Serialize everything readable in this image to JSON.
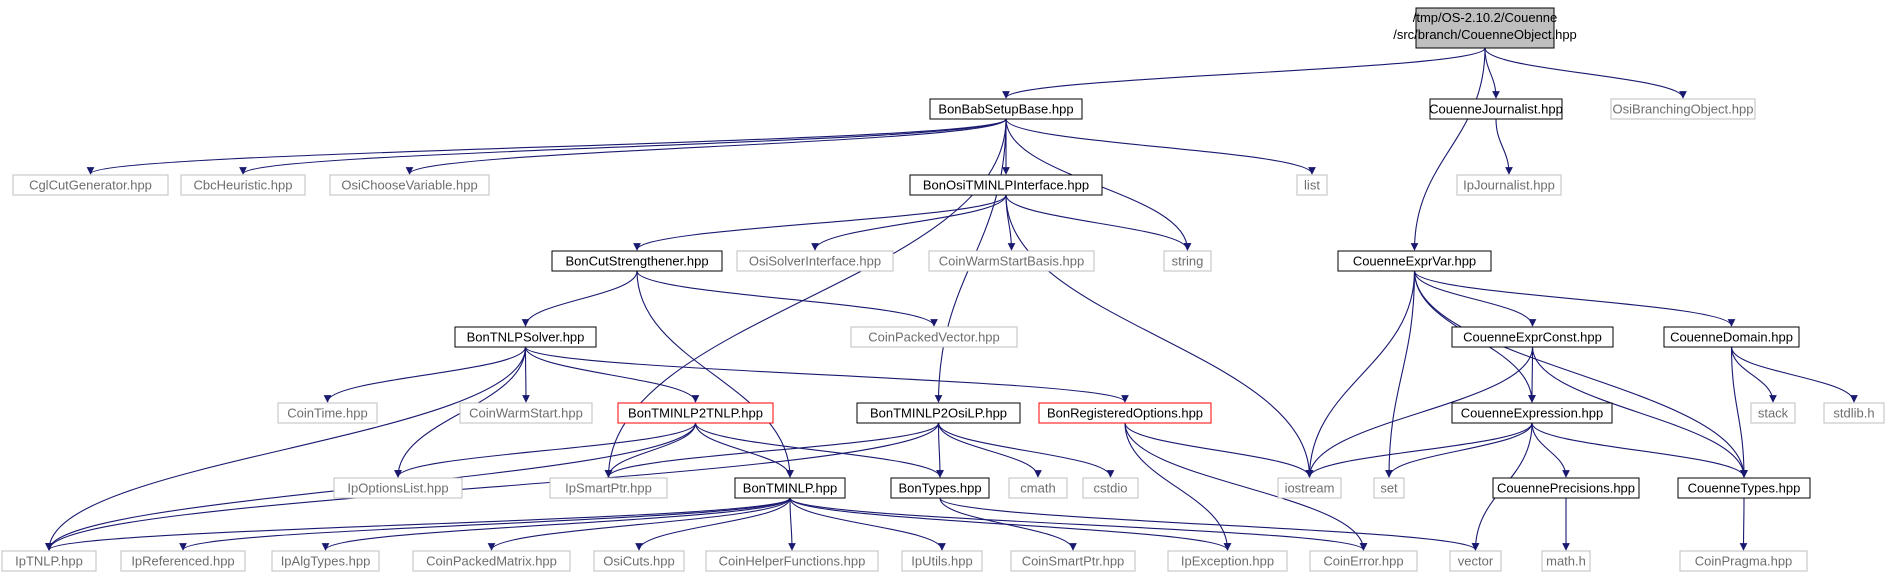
{
  "colors": {
    "edge": "#191970",
    "root_fill": "#bfbfbf",
    "border_black": "#000000",
    "border_gray": "#bfbfbf",
    "border_red": "#ff0000",
    "text_black": "#000000",
    "text_gray": "#6e6e6e"
  },
  "nodes": [
    {
      "id": "root",
      "label": "/tmp/OS-2.10.2/Couenne\n/src/branch/CouenneObject.hpp",
      "style": "root"
    },
    {
      "id": "babsetup",
      "label": "BonBabSetupBase.hpp",
      "style": "black"
    },
    {
      "id": "journalist",
      "label": "CouenneJournalist.hpp",
      "style": "black"
    },
    {
      "id": "osibranch",
      "label": "OsiBranchingObject.hpp",
      "style": "gray"
    },
    {
      "id": "cglcut",
      "label": "CglCutGenerator.hpp",
      "style": "gray"
    },
    {
      "id": "cbcheur",
      "label": "CbcHeuristic.hpp",
      "style": "gray"
    },
    {
      "id": "osichoose",
      "label": "OsiChooseVariable.hpp",
      "style": "gray"
    },
    {
      "id": "ositminlp",
      "label": "BonOsiTMINLPInterface.hpp",
      "style": "black"
    },
    {
      "id": "list",
      "label": "list",
      "style": "gray"
    },
    {
      "id": "ipjournal",
      "label": "IpJournalist.hpp",
      "style": "gray"
    },
    {
      "id": "cutstrength",
      "label": "BonCutStrengthener.hpp",
      "style": "black"
    },
    {
      "id": "osisolver",
      "label": "OsiSolverInterface.hpp",
      "style": "gray"
    },
    {
      "id": "coinwarmbasis",
      "label": "CoinWarmStartBasis.hpp",
      "style": "gray"
    },
    {
      "id": "string",
      "label": "string",
      "style": "gray"
    },
    {
      "id": "exprvar",
      "label": "CouenneExprVar.hpp",
      "style": "black"
    },
    {
      "id": "tnlpsolver",
      "label": "BonTNLPSolver.hpp",
      "style": "black"
    },
    {
      "id": "coinpackedvec",
      "label": "CoinPackedVector.hpp",
      "style": "gray"
    },
    {
      "id": "exprconst",
      "label": "CouenneExprConst.hpp",
      "style": "black"
    },
    {
      "id": "domain",
      "label": "CouenneDomain.hpp",
      "style": "black"
    },
    {
      "id": "cointime",
      "label": "CoinTime.hpp",
      "style": "gray"
    },
    {
      "id": "coinwarm",
      "label": "CoinWarmStart.hpp",
      "style": "gray"
    },
    {
      "id": "tminlp2tnlp",
      "label": "BonTMINLP2TNLP.hpp",
      "style": "red"
    },
    {
      "id": "tminlp2osilp",
      "label": "BonTMINLP2OsiLP.hpp",
      "style": "black"
    },
    {
      "id": "regoptions",
      "label": "BonRegisteredOptions.hpp",
      "style": "red"
    },
    {
      "id": "expression",
      "label": "CouenneExpression.hpp",
      "style": "black"
    },
    {
      "id": "stack",
      "label": "stack",
      "style": "gray"
    },
    {
      "id": "stdlib",
      "label": "stdlib.h",
      "style": "gray"
    },
    {
      "id": "ipoptlist",
      "label": "IpOptionsList.hpp",
      "style": "gray"
    },
    {
      "id": "ipsmartptr",
      "label": "IpSmartPtr.hpp",
      "style": "gray"
    },
    {
      "id": "tminlp",
      "label": "BonTMINLP.hpp",
      "style": "black"
    },
    {
      "id": "bontypes",
      "label": "BonTypes.hpp",
      "style": "black"
    },
    {
      "id": "cmath",
      "label": "cmath",
      "style": "gray"
    },
    {
      "id": "cstdio",
      "label": "cstdio",
      "style": "gray"
    },
    {
      "id": "iostream",
      "label": "iostream",
      "style": "gray"
    },
    {
      "id": "set",
      "label": "set",
      "style": "gray"
    },
    {
      "id": "precisions",
      "label": "CouennePrecisions.hpp",
      "style": "black"
    },
    {
      "id": "couennetypes",
      "label": "CouenneTypes.hpp",
      "style": "black"
    },
    {
      "id": "iptnlp",
      "label": "IpTNLP.hpp",
      "style": "gray"
    },
    {
      "id": "ipreferenced",
      "label": "IpReferenced.hpp",
      "style": "gray"
    },
    {
      "id": "ipalgtypes",
      "label": "IpAlgTypes.hpp",
      "style": "gray"
    },
    {
      "id": "coinpackedmat",
      "label": "CoinPackedMatrix.hpp",
      "style": "gray"
    },
    {
      "id": "osicuts",
      "label": "OsiCuts.hpp",
      "style": "gray"
    },
    {
      "id": "coinhelper",
      "label": "CoinHelperFunctions.hpp",
      "style": "gray"
    },
    {
      "id": "iputils",
      "label": "IpUtils.hpp",
      "style": "gray"
    },
    {
      "id": "coinsmartptr",
      "label": "CoinSmartPtr.hpp",
      "style": "gray"
    },
    {
      "id": "ipexception",
      "label": "IpException.hpp",
      "style": "gray"
    },
    {
      "id": "coinerror",
      "label": "CoinError.hpp",
      "style": "gray"
    },
    {
      "id": "vector",
      "label": "vector",
      "style": "gray"
    },
    {
      "id": "mathh",
      "label": "math.h",
      "style": "gray"
    },
    {
      "id": "coinpragma",
      "label": "CoinPragma.hpp",
      "style": "gray"
    }
  ],
  "edges": [
    [
      "root",
      "babsetup"
    ],
    [
      "root",
      "exprvar"
    ],
    [
      "root",
      "journalist"
    ],
    [
      "root",
      "osibranch"
    ],
    [
      "babsetup",
      "cglcut"
    ],
    [
      "babsetup",
      "cbcheur"
    ],
    [
      "babsetup",
      "osichoose"
    ],
    [
      "babsetup",
      "ositminlp"
    ],
    [
      "babsetup",
      "string"
    ],
    [
      "babsetup",
      "list"
    ],
    [
      "babsetup",
      "ipsmartptr"
    ],
    [
      "babsetup",
      "tminlp2osilp"
    ],
    [
      "journalist",
      "ipjournal"
    ],
    [
      "ositminlp",
      "cutstrength"
    ],
    [
      "ositminlp",
      "osisolver"
    ],
    [
      "ositminlp",
      "coinwarmbasis"
    ],
    [
      "ositminlp",
      "string"
    ],
    [
      "ositminlp",
      "iostream"
    ],
    [
      "cutstrength",
      "tnlpsolver"
    ],
    [
      "cutstrength",
      "coinpackedvec"
    ],
    [
      "cutstrength",
      "tminlp"
    ],
    [
      "tnlpsolver",
      "cointime"
    ],
    [
      "tnlpsolver",
      "coinwarm"
    ],
    [
      "tnlpsolver",
      "tminlp2tnlp"
    ],
    [
      "tnlpsolver",
      "regoptions"
    ],
    [
      "tnlpsolver",
      "ipoptlist"
    ],
    [
      "tnlpsolver",
      "iptnlp"
    ],
    [
      "tminlp2tnlp",
      "ipoptlist"
    ],
    [
      "tminlp2tnlp",
      "ipsmartptr"
    ],
    [
      "tminlp2tnlp",
      "tminlp"
    ],
    [
      "tminlp2tnlp",
      "bontypes"
    ],
    [
      "tminlp2tnlp",
      "iptnlp"
    ],
    [
      "tminlp2osilp",
      "ipsmartptr"
    ],
    [
      "tminlp2osilp",
      "bontypes"
    ],
    [
      "tminlp2osilp",
      "cmath"
    ],
    [
      "tminlp2osilp",
      "cstdio"
    ],
    [
      "tminlp2osilp",
      "iptnlp"
    ],
    [
      "regoptions",
      "iostream"
    ],
    [
      "regoptions",
      "ipexception"
    ],
    [
      "regoptions",
      "coinerror"
    ],
    [
      "tminlp",
      "iptnlp"
    ],
    [
      "tminlp",
      "ipreferenced"
    ],
    [
      "tminlp",
      "ipalgtypes"
    ],
    [
      "tminlp",
      "coinpackedmat"
    ],
    [
      "tminlp",
      "osicuts"
    ],
    [
      "tminlp",
      "coinhelper"
    ],
    [
      "tminlp",
      "iputils"
    ],
    [
      "tminlp",
      "ipexception"
    ],
    [
      "tminlp",
      "coinerror"
    ],
    [
      "bontypes",
      "coinsmartptr"
    ],
    [
      "bontypes",
      "vector"
    ],
    [
      "exprvar",
      "exprconst"
    ],
    [
      "exprvar",
      "domain"
    ],
    [
      "exprvar",
      "expression"
    ],
    [
      "exprvar",
      "iostream"
    ],
    [
      "exprvar",
      "set"
    ],
    [
      "exprvar",
      "couennetypes"
    ],
    [
      "exprconst",
      "expression"
    ],
    [
      "exprconst",
      "iostream"
    ],
    [
      "exprconst",
      "couennetypes"
    ],
    [
      "domain",
      "stack"
    ],
    [
      "domain",
      "stdlib"
    ],
    [
      "domain",
      "couennetypes"
    ],
    [
      "expression",
      "iostream"
    ],
    [
      "expression",
      "set"
    ],
    [
      "expression",
      "precisions"
    ],
    [
      "expression",
      "couennetypes"
    ],
    [
      "expression",
      "vector"
    ],
    [
      "precisions",
      "mathh"
    ],
    [
      "couennetypes",
      "coinpragma"
    ]
  ]
}
